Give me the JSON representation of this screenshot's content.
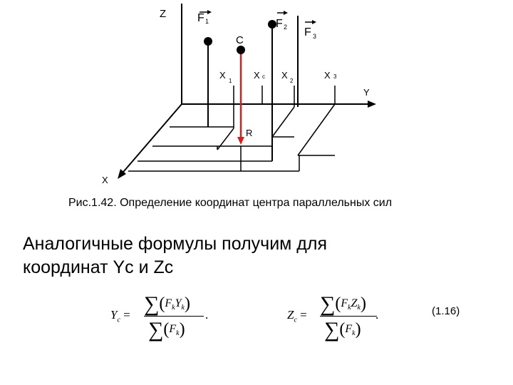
{
  "diagram": {
    "axis_z": "Z",
    "axis_y": "Y",
    "axis_x": "X",
    "force_1": "F",
    "force_1_sub": "1",
    "force_2": "F",
    "force_2_sub": "2",
    "force_3": "F",
    "force_3_sub": "3",
    "center_label": "C",
    "x1": "X",
    "x1_sub": "1",
    "xc": "X",
    "xc_sub": "c",
    "x2": "X",
    "x2_sub": "2",
    "x3": "X",
    "x3_sub": "3",
    "resultant": "R",
    "resultant_color": "#d42020"
  },
  "caption": "Рис.1.42. Определение координат центра параллельных сил",
  "body": {
    "line1": "Аналогичные формулы получим для",
    "line2": "координат Yc и  Zc"
  },
  "formula_1": {
    "lhs": "Y",
    "lhs_sub": "c",
    "eq": " = ",
    "sigma": "∑",
    "num_inner": "F",
    "num_inner_sub": "k",
    "num_y": "Y",
    "num_y_sub": "k",
    "den_inner": "F",
    "den_inner_sub": "k",
    "end": "."
  },
  "formula_2": {
    "lhs": "Z",
    "lhs_sub": "c",
    "eq": " = ",
    "sigma": "∑",
    "num_inner": "F",
    "num_inner_sub": "k",
    "num_z": "Z",
    "num_z_sub": "k",
    "den_inner": "F",
    "den_inner_sub": "k",
    "end": "."
  },
  "equation_number": "(1.16)"
}
